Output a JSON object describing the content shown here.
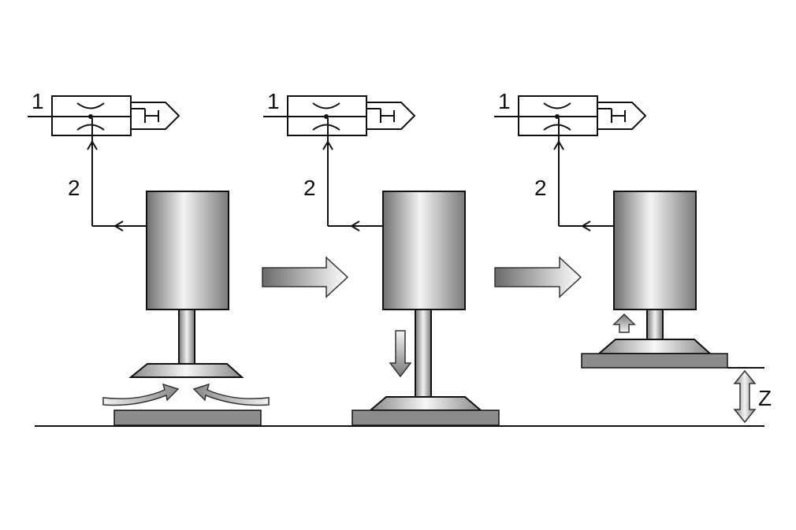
{
  "stations": [
    {
      "port_1": "1",
      "port_2": "2"
    },
    {
      "port_1": "1",
      "port_2": "2"
    },
    {
      "port_1": "1",
      "port_2": "2"
    }
  ],
  "lift_label": "Z",
  "colors": {
    "line": "#111111",
    "metal_dark": "#7a7a7a",
    "metal_light": "#f2f2f2",
    "plate": "#8c8c8c"
  },
  "icons": [
    "vacuum-ejector-icon",
    "process-step-arrow-icon",
    "airflow-arrow-icon",
    "down-arrow-icon",
    "up-arrow-icon",
    "double-arrow-icon"
  ]
}
